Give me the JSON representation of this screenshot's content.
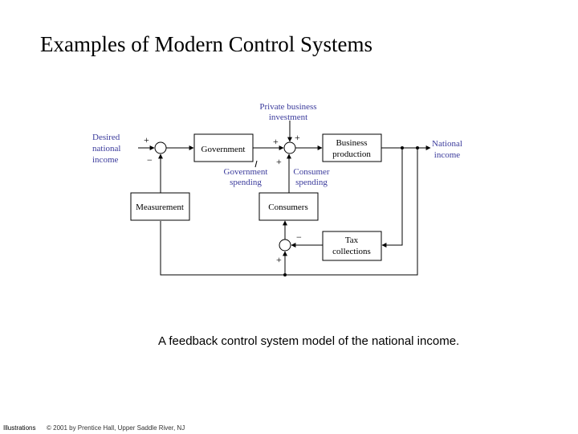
{
  "slide": {
    "title": "Examples of Modern Control Systems",
    "caption": "A feedback control system model of the national income.",
    "footer_left": "Illustrations",
    "footer_right": "© 2001 by Prentice Hall, Upper Saddle River, NJ"
  },
  "diagram": {
    "blocks": {
      "government": "Government",
      "business_production_1": "Business",
      "business_production_2": "production",
      "measurement": "Measurement",
      "consumers": "Consumers",
      "tax_collections_1": "Tax",
      "tax_collections_2": "collections"
    },
    "labels": {
      "private_investment_1": "Private business",
      "private_investment_2": "investment",
      "desired_income_1": "Desired",
      "desired_income_2": "national",
      "desired_income_3": "income",
      "national_income_1": "National",
      "national_income_2": "income",
      "government_spending_1": "Government",
      "government_spending_2": "spending",
      "consumer_spending_1": "Consumer",
      "consumer_spending_2": "spending"
    },
    "signs": {
      "plus": "+",
      "minus": "−"
    },
    "colors": {
      "label": "#3b3b9c",
      "line": "#000000"
    }
  }
}
